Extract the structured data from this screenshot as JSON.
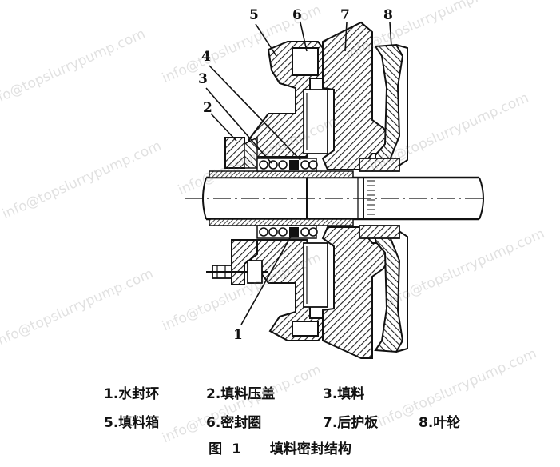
{
  "part_numbers": [
    "1",
    "2",
    "3",
    "4",
    "5",
    "6",
    "7",
    "8"
  ],
  "legend": {
    "row1": [
      "1.水封环",
      "2.填料压盖",
      "3.填料"
    ],
    "row2": [
      "5.填料箱",
      "6.密封圈",
      "7.后护板",
      "8.叶轮"
    ]
  },
  "caption": {
    "figure_label": "图 1",
    "title": "填料密封结构"
  },
  "watermark": "info@topslurrypump.com",
  "colors": {
    "line": "#111111",
    "hatch": "#222222",
    "watermark": "#787878",
    "background": "#ffffff"
  }
}
